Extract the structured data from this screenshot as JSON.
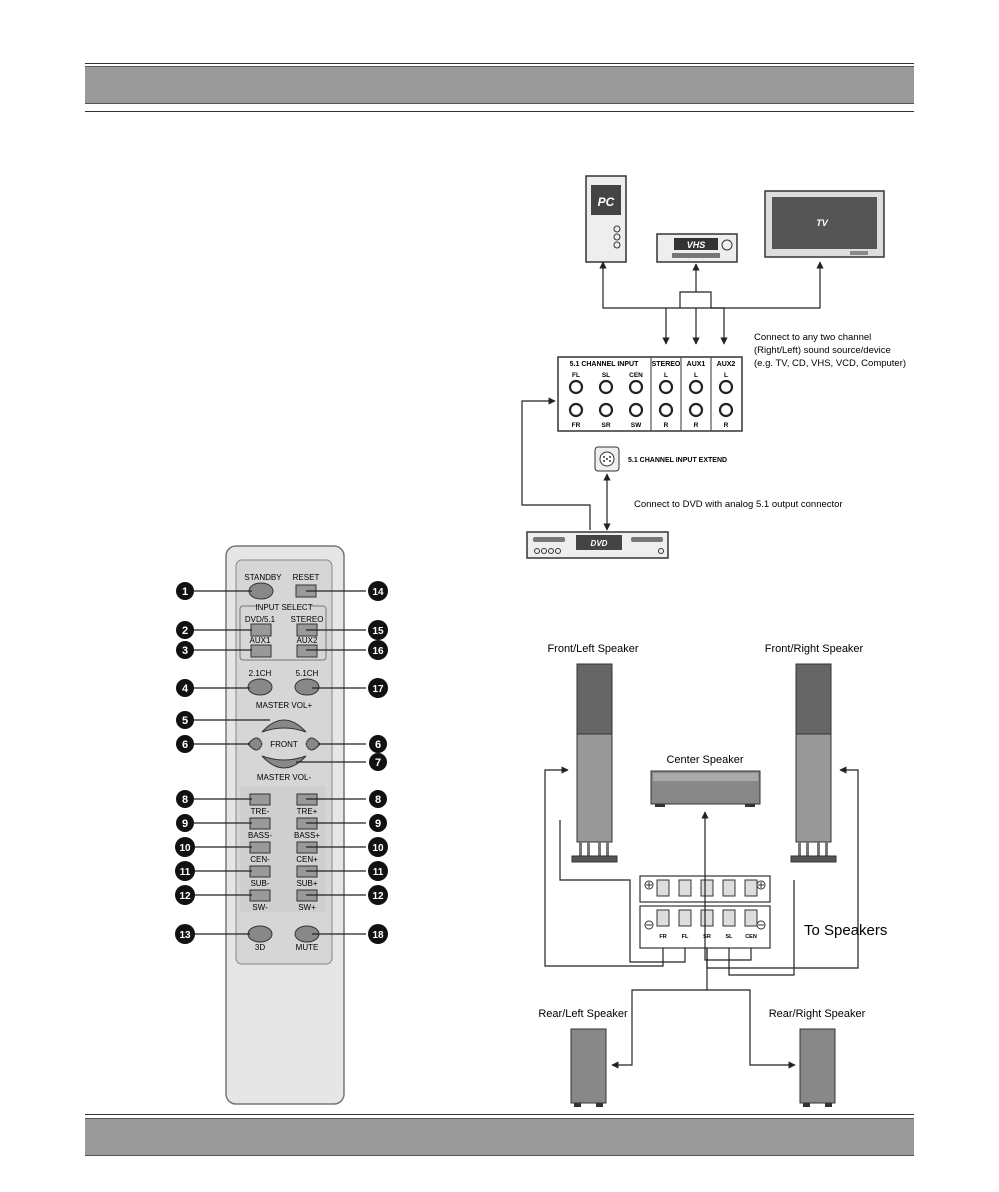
{
  "remote": {
    "standby": "STANDBY",
    "reset": "RESET",
    "input_select": "INPUT SELECT",
    "dvd51": "DVD/5.1",
    "stereo": "STEREO",
    "aux1": "AUX1",
    "aux2": "AUX2",
    "ch21": "2.1CH",
    "ch51": "5.1CH",
    "master_vol_plus": "MASTER VOL+",
    "front": "FRONT",
    "master_vol_minus": "MASTER VOL-",
    "tre_minus": "TRE-",
    "tre_plus": "TRE+",
    "bass_minus": "BASS-",
    "bass_plus": "BASS+",
    "cen_minus": "CEN-",
    "cen_plus": "CEN+",
    "sub_minus": "SUB-",
    "sub_plus": "SUB+",
    "sw_minus": "SW-",
    "sw_plus": "SW+",
    "three_d": "3D",
    "mute": "MUTE",
    "callouts": [
      "1",
      "2",
      "3",
      "4",
      "5",
      "6",
      "6",
      "7",
      "8",
      "8",
      "9",
      "9",
      "10",
      "10",
      "11",
      "11",
      "12",
      "12",
      "13",
      "14",
      "15",
      "16",
      "17",
      "18"
    ]
  },
  "sources": {
    "pc": "PC",
    "vhs": "VHS",
    "tv": "TV",
    "dvd": "DVD",
    "connect_two_channel": [
      "Connect to any two channel",
      "(Right/Left) sound source/device",
      "(e.g. TV, CD, VHS, VCD, Computer)"
    ],
    "connect_dvd": "Connect to DVD with analog 5.1 output connector"
  },
  "input_panel": {
    "title_51": "5.1 CHANNEL INPUT",
    "stereo": "STEREO",
    "aux1": "AUX1",
    "aux2": "AUX2",
    "top_labels": [
      "FL",
      "SL",
      "CEN",
      "L",
      "L",
      "L"
    ],
    "bottom_labels": [
      "FR",
      "SR",
      "SW",
      "R",
      "R",
      "R"
    ],
    "extend": "5.1 CHANNEL INPUT EXTEND"
  },
  "speakers": {
    "front_left": "Front/Left Speaker",
    "front_right": "Front/Right Speaker",
    "center": "Center Speaker",
    "rear_left": "Rear/Left Speaker",
    "rear_right": "Rear/Right Speaker",
    "to_speakers": "To Speakers",
    "terminal_labels": [
      "FR",
      "FL",
      "SR",
      "SL",
      "CEN"
    ]
  }
}
